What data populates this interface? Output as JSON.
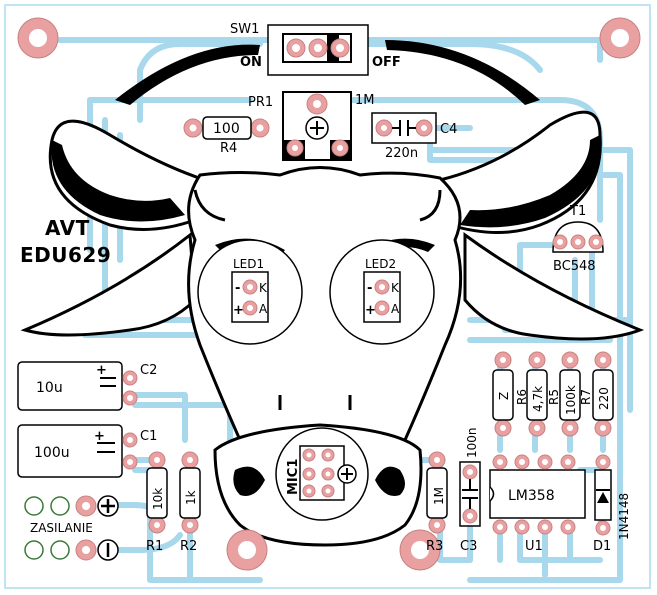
{
  "board": {
    "title_line1": "AVT",
    "title_line2": "EDU629",
    "power_label": "ZASILANIE"
  },
  "components": {
    "sw1": {
      "ref": "SW1",
      "on": "ON",
      "off": "OFF"
    },
    "pr1": {
      "ref": "PR1",
      "value": "1M"
    },
    "r4": {
      "ref": "R4",
      "value": "100"
    },
    "c4": {
      "ref": "C4",
      "value": "220n"
    },
    "t1": {
      "ref": "T1",
      "value": "BC548"
    },
    "led1": {
      "ref": "LED1",
      "k": "K",
      "a": "A",
      "minus": "-",
      "plus": "+"
    },
    "led2": {
      "ref": "LED2",
      "k": "K",
      "a": "A",
      "minus": "-",
      "plus": "+"
    },
    "c2": {
      "ref": "C2",
      "value": "10u"
    },
    "c1": {
      "ref": "C1",
      "value": "100u"
    },
    "r1": {
      "ref": "R1",
      "value": "10k"
    },
    "r2": {
      "ref": "R2",
      "value": "1k"
    },
    "mic1": {
      "ref": "MIC1"
    },
    "r3": {
      "ref": "R3",
      "value": "1M"
    },
    "c3": {
      "ref": "C3",
      "value": "100n"
    },
    "u1": {
      "ref": "U1",
      "value": "LM358"
    },
    "d1": {
      "ref": "D1",
      "value": "1N4148"
    },
    "r5": {
      "ref": "R5",
      "value": "100k"
    },
    "r6": {
      "ref": "R6",
      "value": "4,7k"
    },
    "r7": {
      "ref": "R7",
      "value": "220"
    },
    "rz": {
      "value": "Z"
    }
  },
  "colors": {
    "trace": "#a8d8ec",
    "pad": "#e8a0a0",
    "outline": "#000000"
  }
}
